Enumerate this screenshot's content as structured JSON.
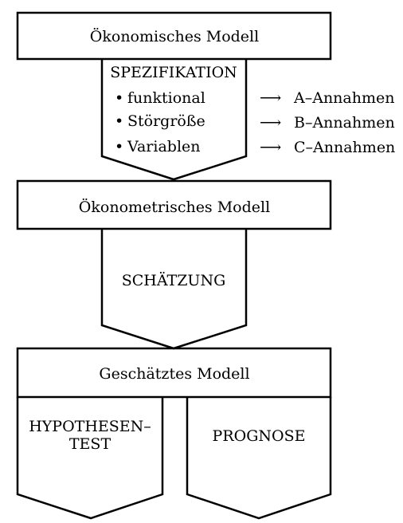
{
  "boxes": {
    "oekonomisch": "Ökonomisches Modell",
    "oekonometrisch": "Ökonometrisches Modell",
    "geschaetzt": "Geschätztes Modell"
  },
  "spezifikation": {
    "title": "SPEZIFIKATION",
    "items": [
      "funktional",
      "Störgröße",
      "Variablen"
    ],
    "arrow": "⟶",
    "annahmen": [
      "A–Annahmen",
      "B–Annahmen",
      "C–Annahmen"
    ]
  },
  "schaetzung": {
    "title": "SCHÄTZUNG"
  },
  "hypothesentest": {
    "line1": "HYPOTHESEN–",
    "line2": "TEST"
  },
  "prognose": {
    "title": "PROGNOSE"
  }
}
